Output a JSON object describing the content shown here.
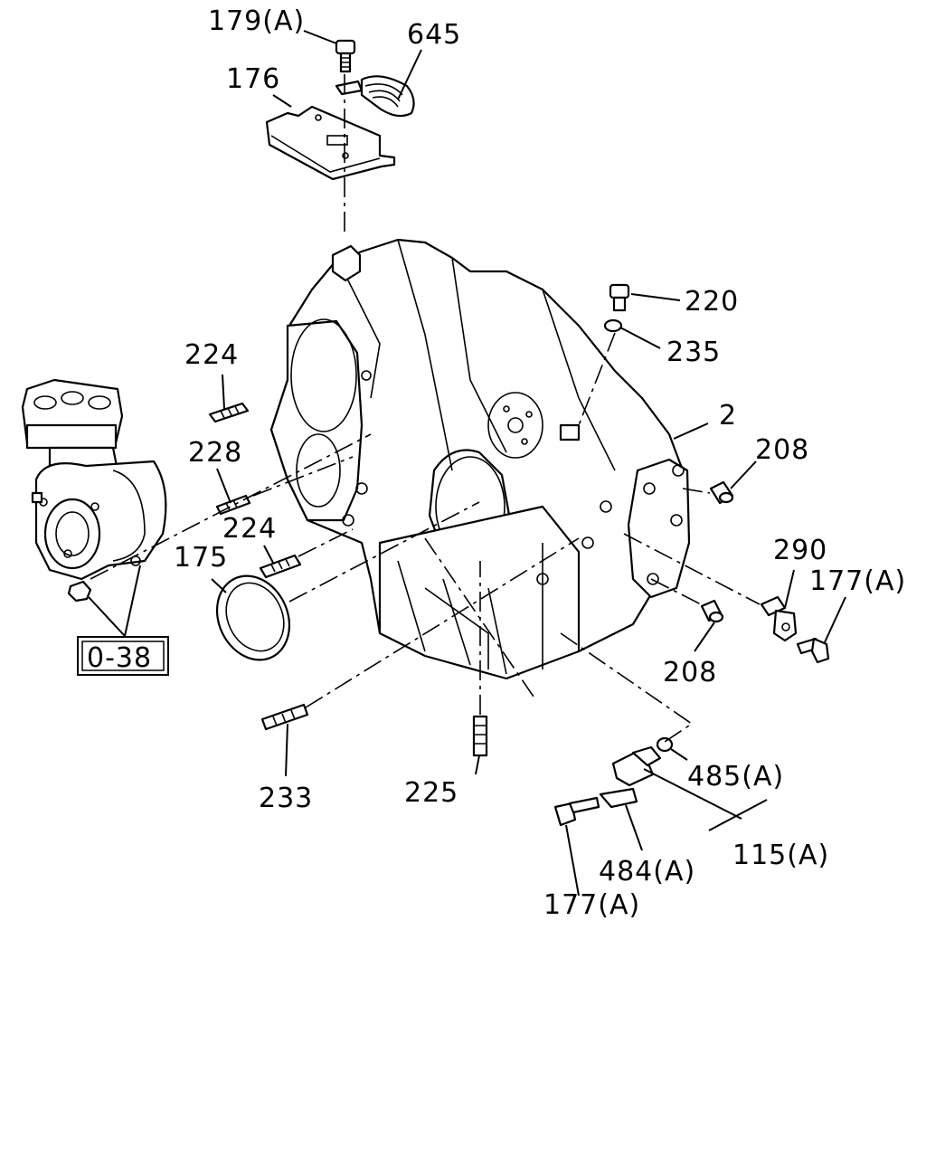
{
  "labels": {
    "p179a_top": "179(A)",
    "p645": "645",
    "p176": "176",
    "p220": "220",
    "p235": "235",
    "p2": "2",
    "p224_top": "224",
    "p228": "228",
    "p224_mid": "224",
    "p175": "175",
    "p208_top": "208",
    "p290": "290",
    "p177a_right": "177(A)",
    "p208_bottom": "208",
    "p233": "233",
    "p225": "225",
    "p485a": "485(A)",
    "p115a": "115(A)",
    "p484a": "484(A)",
    "p177a_bottom": "177(A)"
  },
  "reference_box": "0-38"
}
